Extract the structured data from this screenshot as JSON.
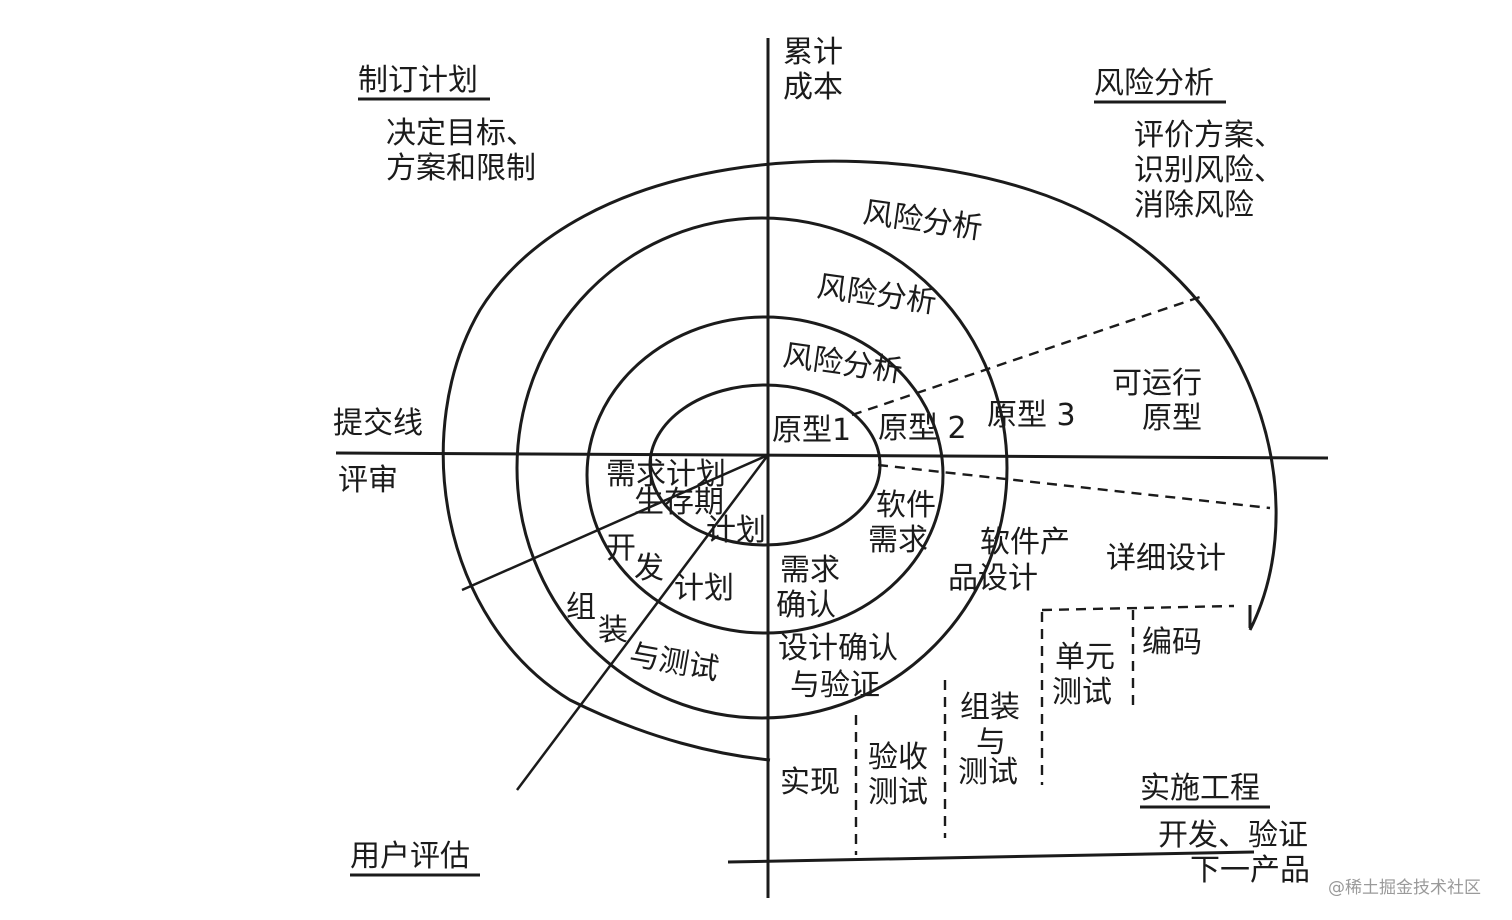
{
  "corners": {
    "plan": {
      "title": "制订计划",
      "lines": [
        "决定目标、",
        "方案和限制"
      ]
    },
    "risk": {
      "title": "风险分析",
      "lines": [
        "评价方案、",
        "识别风险、",
        "消除风险"
      ]
    },
    "engineering": {
      "title": "实施工程",
      "lines": [
        "开发、验证",
        "下一产品"
      ]
    },
    "evaluation": {
      "title": "用户评估"
    }
  },
  "axes": {
    "cost": [
      "累计",
      "成本"
    ],
    "commit_line": "提交线",
    "review": "评审"
  },
  "risk_analysis_labels": [
    "风险分析",
    "风险分析",
    "风险分析"
  ],
  "prototypes": {
    "p1": "原型1",
    "p2": "原型 2",
    "p3": "原型 3",
    "operational": [
      "可运行",
      "原型"
    ]
  },
  "design_steps": {
    "requirements": [
      "软件",
      "需求"
    ],
    "product_design": [
      "软件产",
      "品设计"
    ],
    "detailed_design": "详细设计",
    "coding": "编码",
    "unit_test": [
      "单元",
      "测试"
    ],
    "integration_test": [
      "组装",
      "与",
      "测试"
    ],
    "acceptance_test": [
      "验收",
      "测试"
    ],
    "implementation": "实现",
    "req_validation": [
      "需求",
      "确认"
    ],
    "design_validation": [
      "设计确认",
      "与验证"
    ]
  },
  "plans": {
    "req_plan": "需求计划",
    "lifecycle_plan": [
      "生存期",
      "计划"
    ],
    "dev_plan": [
      "开",
      "发",
      "计划"
    ],
    "integration_test_plan": [
      "组",
      "装",
      "与测试"
    ]
  },
  "watermark": "@稀土掘金技术社区"
}
